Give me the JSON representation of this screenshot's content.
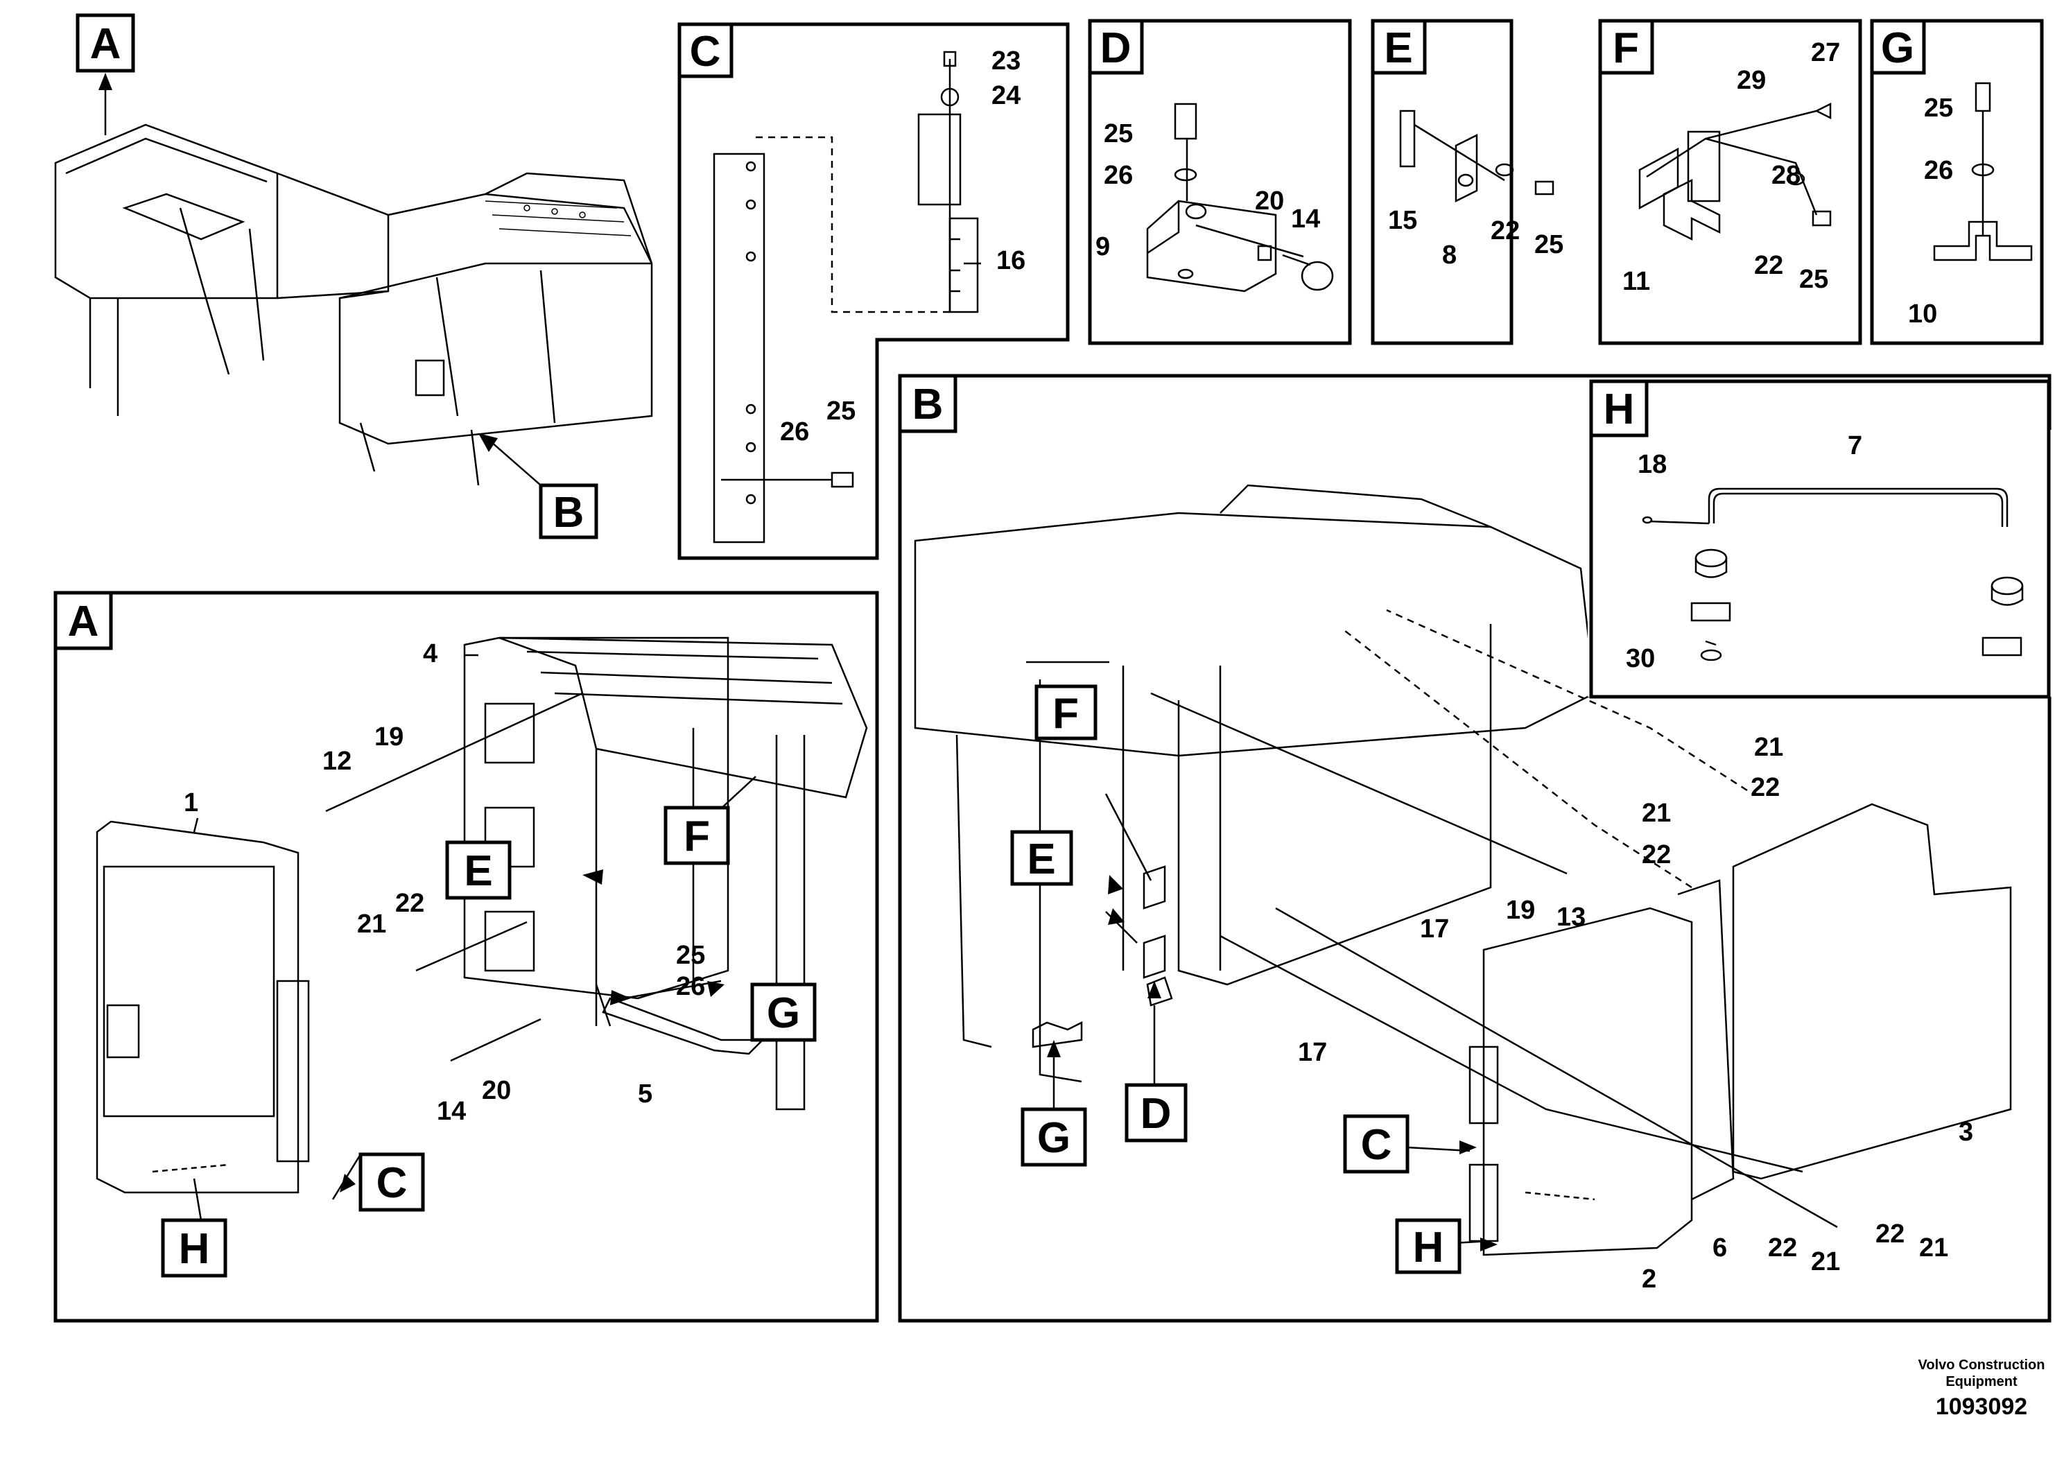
{
  "callouts": [
    "A",
    "B",
    "C",
    "D",
    "E",
    "F",
    "G",
    "H"
  ],
  "part_numbers": [
    "1",
    "2",
    "3",
    "4",
    "5",
    "6",
    "7",
    "8",
    "9",
    "10",
    "11",
    "12",
    "13",
    "14",
    "15",
    "16",
    "17",
    "18",
    "19",
    "20",
    "21",
    "22",
    "23",
    "24",
    "25",
    "26",
    "27",
    "28",
    "29",
    "30"
  ],
  "footer": {
    "company_line1": "Volvo Construction",
    "company_line2": "Equipment",
    "doc_number": "1093092"
  }
}
